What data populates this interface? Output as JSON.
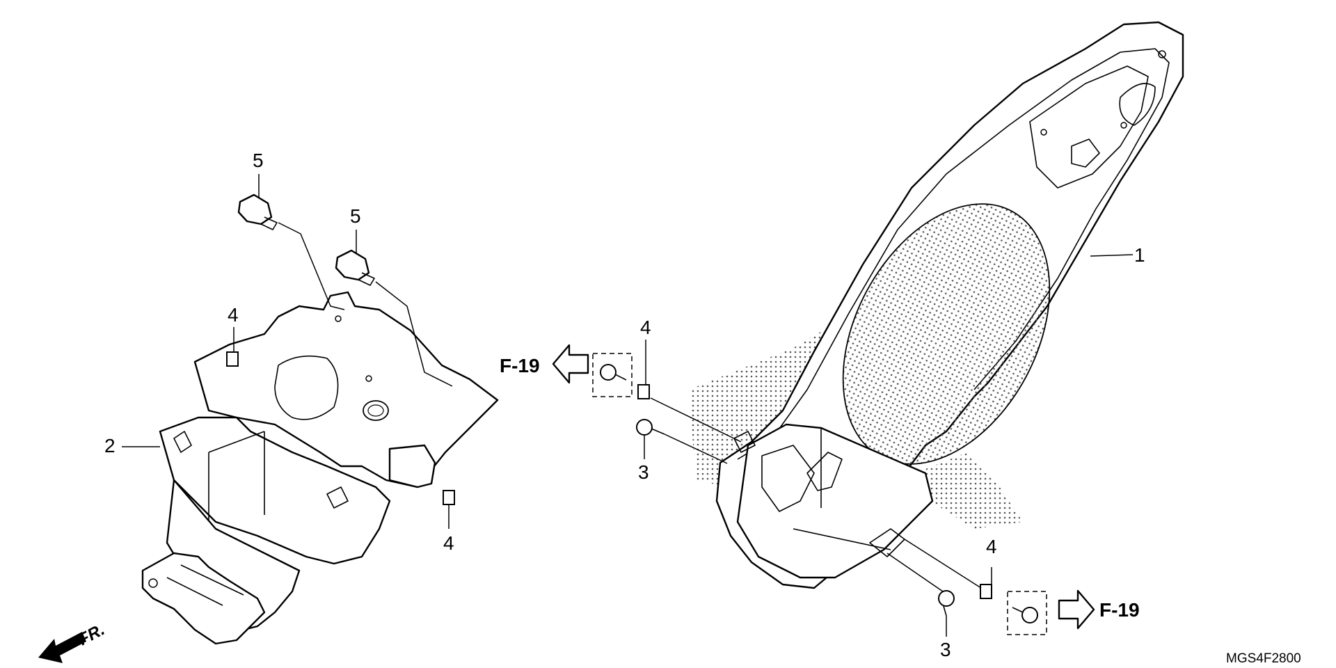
{
  "callouts": {
    "c1": "1",
    "c2": "2",
    "c3a": "3",
    "c3b": "3",
    "c4a": "4",
    "c4b": "4",
    "c4c": "4",
    "c4d": "4",
    "c5a": "5",
    "c5b": "5"
  },
  "references": {
    "left": "F-19",
    "right": "F-19"
  },
  "front_label": "FR.",
  "diagram_code": "MGS4F2800",
  "icons": {
    "front": "front-direction-arrow-icon",
    "ref_left": "hollow-arrow-left-icon",
    "ref_right": "hollow-arrow-right-icon"
  }
}
